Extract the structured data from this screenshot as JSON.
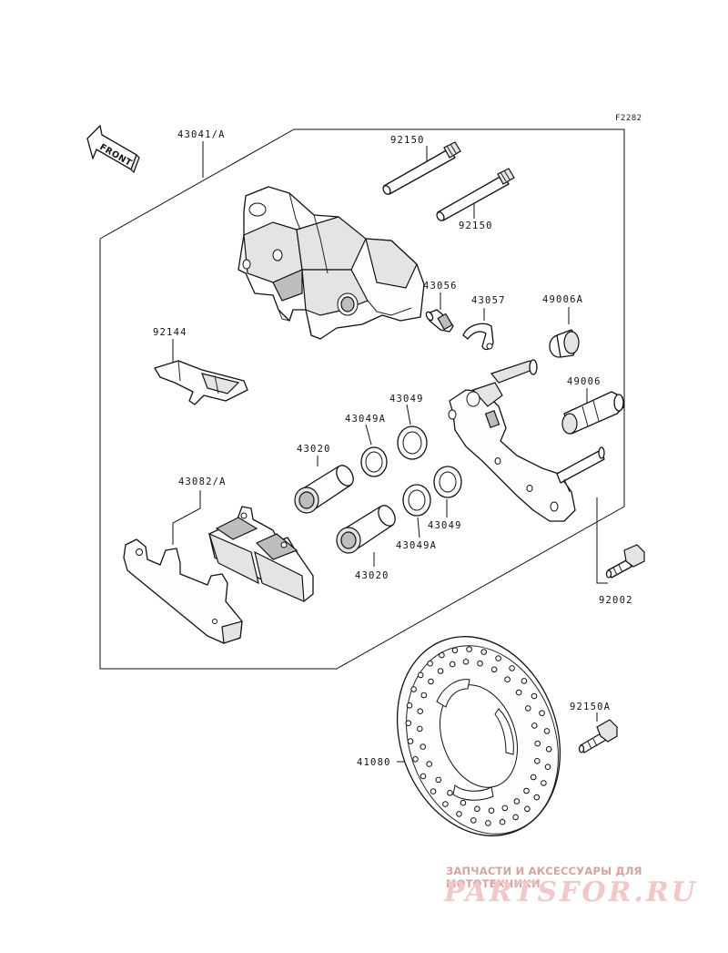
{
  "figure_ref": "F2282",
  "front_arrow_label": "FRONT",
  "parts": {
    "caliper_assembly": "43041/A",
    "pin_upper": "92150",
    "pin_lower": "92150",
    "bleed_valve": "43056",
    "clip": "43057",
    "boot_upper": "49006A",
    "boot_lower": "49006",
    "spring": "92144",
    "seal_top": "43049",
    "seal_top_a": "43049A",
    "piston_left": "43020",
    "piston_right": "43020",
    "seal_bottom": "43049",
    "seal_bottom_a": "43049A",
    "pad_set": "43082/A",
    "bolt": "92002",
    "disc": "41080",
    "disc_bolt": "92150A"
  },
  "watermark": {
    "tagline": "ЗАПЧАСТИ И АКСЕССУАРЫ ДЛЯ МОТОТЕХНИКИ",
    "brand": "PARTSFOR.RU"
  }
}
